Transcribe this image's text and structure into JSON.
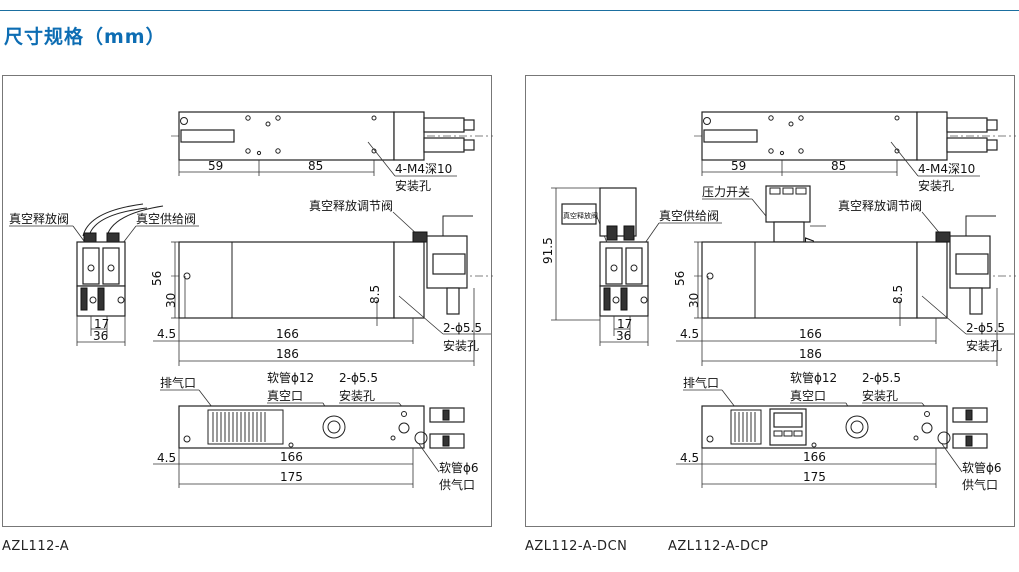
{
  "page": {
    "title": "尺寸规格（mm）",
    "accent_color": "#0d6db3"
  },
  "left": {
    "model": "AZL112-A",
    "labels": {
      "top_dim_59": "59",
      "top_dim_85": "85",
      "mount_tapped": "4-M4深10",
      "mount_tapped_note": "安装孔",
      "vac_release_valve": "真空释放阀",
      "vac_supply_valve": "真空供给阀",
      "vac_release_adj_valve": "真空释放调节阀",
      "side_56": "56",
      "side_30": "30",
      "side_17": "17",
      "side_36": "36",
      "front_8_5": "8.5",
      "front_4_5": "4.5",
      "front_166": "166",
      "front_186": "186",
      "hole_2_d5_5": "2-ϕ5.5",
      "hole_note": "安装孔",
      "exhaust": "排气口",
      "hose_12": "软管ϕ12",
      "vac_port": "真空口",
      "bottom_hole": "2-ϕ5.5",
      "bottom_hole_note": "安装孔",
      "bottom_4_5": "4.5",
      "bottom_166": "166",
      "bottom_175": "175",
      "hose_6": "软管ϕ6",
      "supply_port": "供气口"
    }
  },
  "right": {
    "models": [
      "AZL112-A-DCN",
      "AZL112-A-DCP"
    ],
    "labels": {
      "top_dim_59": "59",
      "top_dim_85": "85",
      "mount_tapped": "4-M4深10",
      "mount_tapped_note": "安装孔",
      "pressure_switch": "压力开关",
      "dim_7": "7",
      "height_91_5": "91.5",
      "vac_release_valve": "真空释放阀",
      "vac_supply_valve": "真空供给阀",
      "vac_release_adj_valve": "真空释放调节阀",
      "side_56": "56",
      "side_30": "30",
      "side_17": "17",
      "side_36": "36",
      "front_8_5": "8.5",
      "front_4_5": "4.5",
      "front_166": "166",
      "front_186": "186",
      "hole_2_d5_5": "2-ϕ5.5",
      "hole_note": "安装孔",
      "exhaust": "排气口",
      "hose_12": "软管ϕ12",
      "vac_port": "真空口",
      "bottom_hole": "2-ϕ5.5",
      "bottom_hole_note": "安装孔",
      "bottom_4_5": "4.5",
      "bottom_166": "166",
      "bottom_175": "175",
      "hose_6": "软管ϕ6",
      "supply_port": "供气口"
    }
  }
}
